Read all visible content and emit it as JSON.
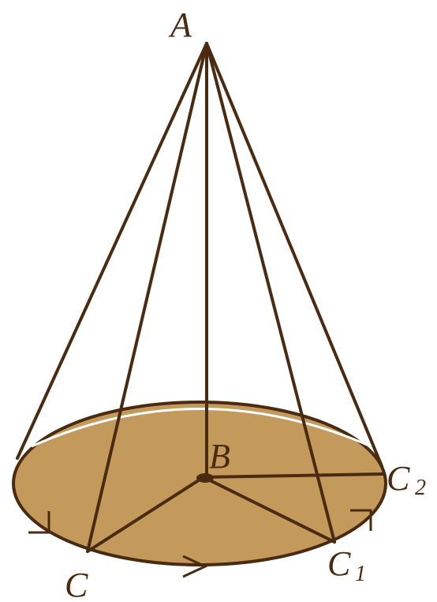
{
  "labels": {
    "apex": "A",
    "center": "B",
    "point_c": "C",
    "point_c1": "C",
    "point_c1_sub": "1",
    "point_c2": "C",
    "point_c2_sub": "2"
  },
  "colors": {
    "base_fill": "#c49a5c",
    "stroke": "#4a2a10",
    "label": "#4a2a10"
  }
}
